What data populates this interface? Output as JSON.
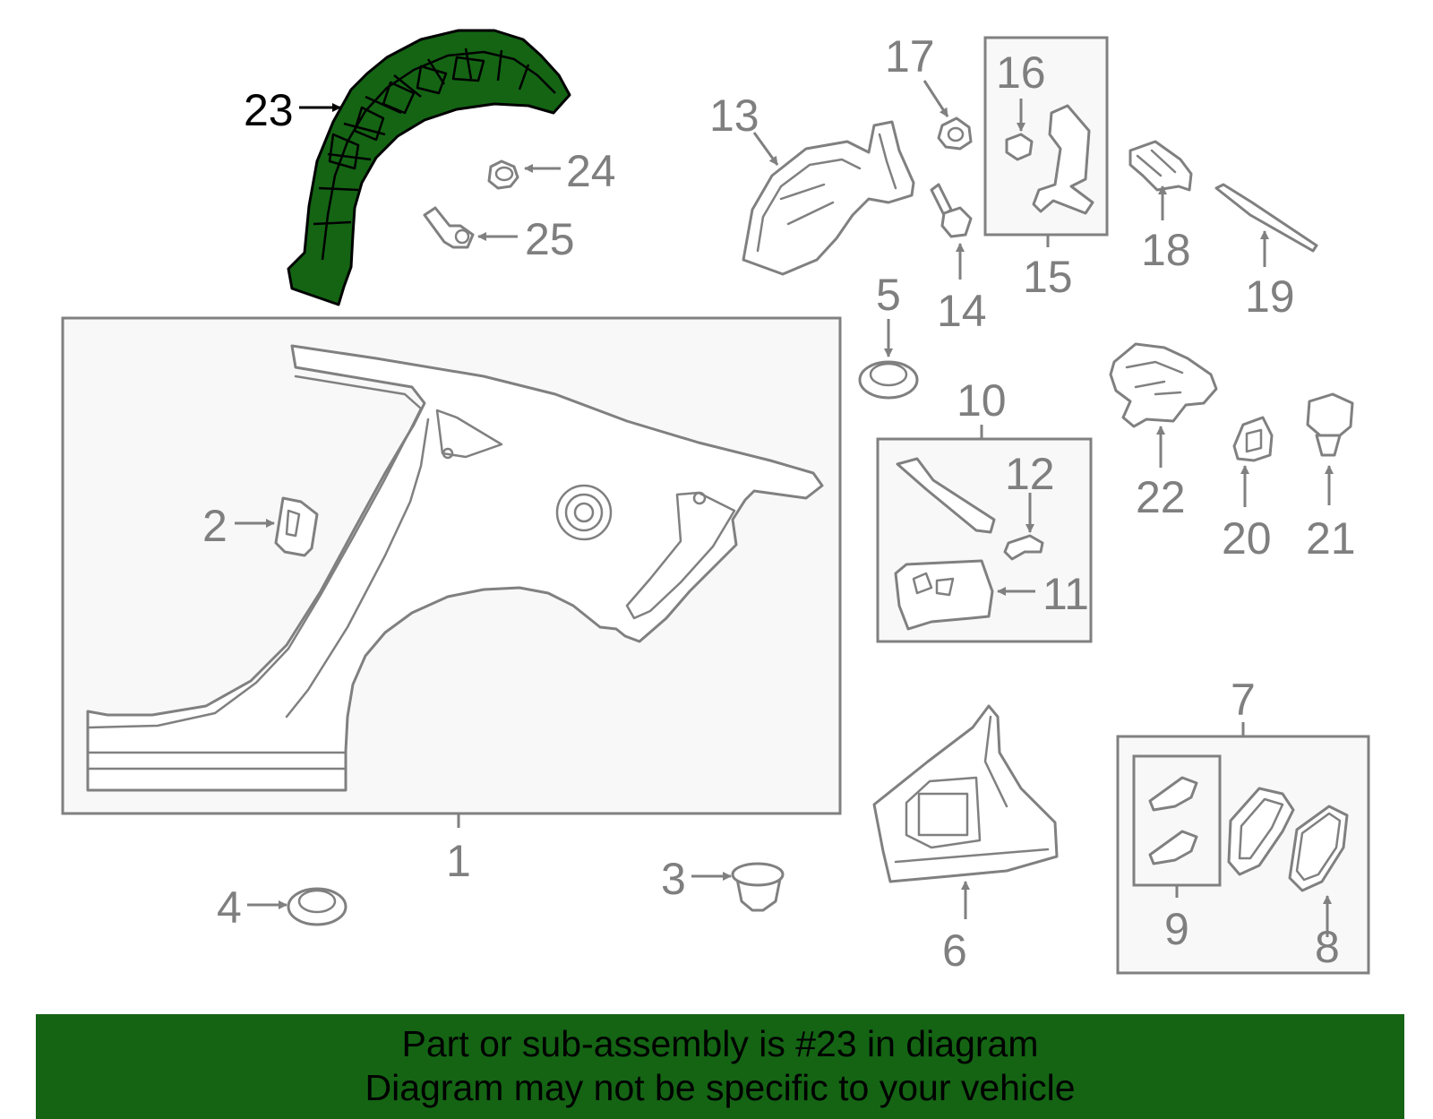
{
  "highlight": {
    "part_number": "23",
    "fill_color": "#146414"
  },
  "labels": {
    "p1": "1",
    "p2": "2",
    "p3": "3",
    "p4": "4",
    "p5": "5",
    "p6": "6",
    "p7": "7",
    "p8": "8",
    "p9": "9",
    "p10": "10",
    "p11": "11",
    "p12": "12",
    "p13": "13",
    "p14": "14",
    "p15": "15",
    "p16": "16",
    "p17": "17",
    "p18": "18",
    "p19": "19",
    "p20": "20",
    "p21": "21",
    "p22": "22",
    "p23": "23",
    "p24": "24",
    "p25": "25"
  },
  "banner": {
    "line1": "Part or sub-assembly is #23 in diagram",
    "line2": "Diagram may not be specific to your vehicle",
    "background": "#146414"
  }
}
